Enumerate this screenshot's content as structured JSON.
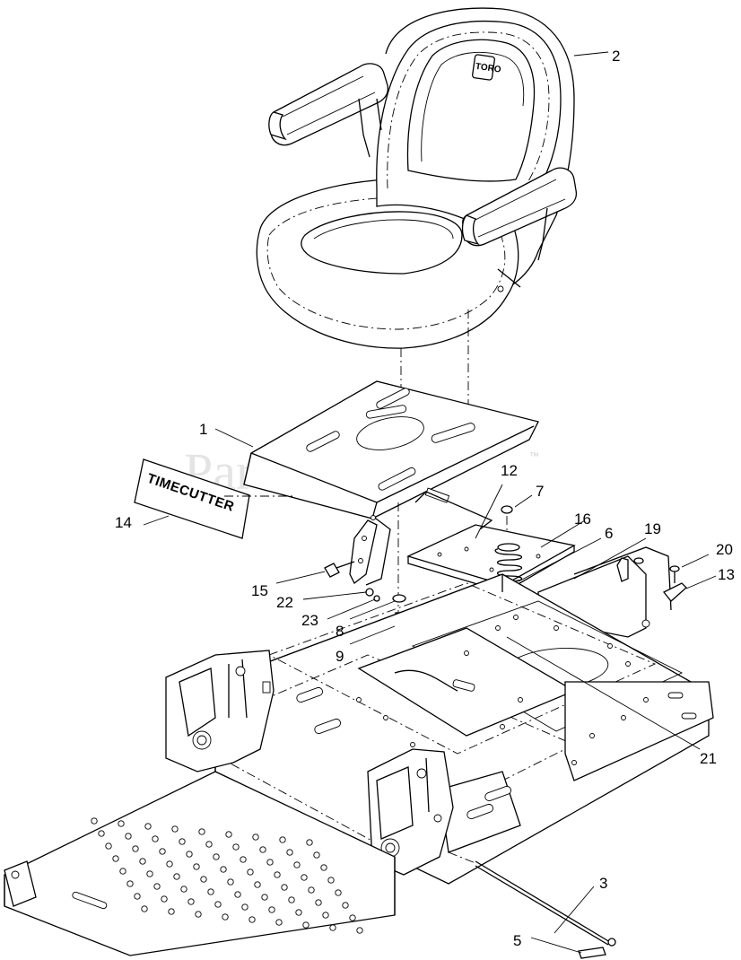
{
  "watermark": {
    "brand": "PartsTree",
    "trademark": "™"
  },
  "seat_logo": "TORO",
  "decal_text": "TIMECUTTER",
  "callouts": [
    {
      "id": "1",
      "label": "1"
    },
    {
      "id": "2",
      "label": "2"
    },
    {
      "id": "3",
      "label": "3"
    },
    {
      "id": "5",
      "label": "5"
    },
    {
      "id": "6",
      "label": "6"
    },
    {
      "id": "7",
      "label": "7"
    },
    {
      "id": "8",
      "label": "8"
    },
    {
      "id": "9",
      "label": "9"
    },
    {
      "id": "12",
      "label": "12"
    },
    {
      "id": "13",
      "label": "13"
    },
    {
      "id": "14",
      "label": "14"
    },
    {
      "id": "15",
      "label": "15"
    },
    {
      "id": "16",
      "label": "16"
    },
    {
      "id": "19",
      "label": "19"
    },
    {
      "id": "20",
      "label": "20"
    },
    {
      "id": "21",
      "label": "21"
    },
    {
      "id": "22",
      "label": "22"
    },
    {
      "id": "23",
      "label": "23"
    }
  ]
}
